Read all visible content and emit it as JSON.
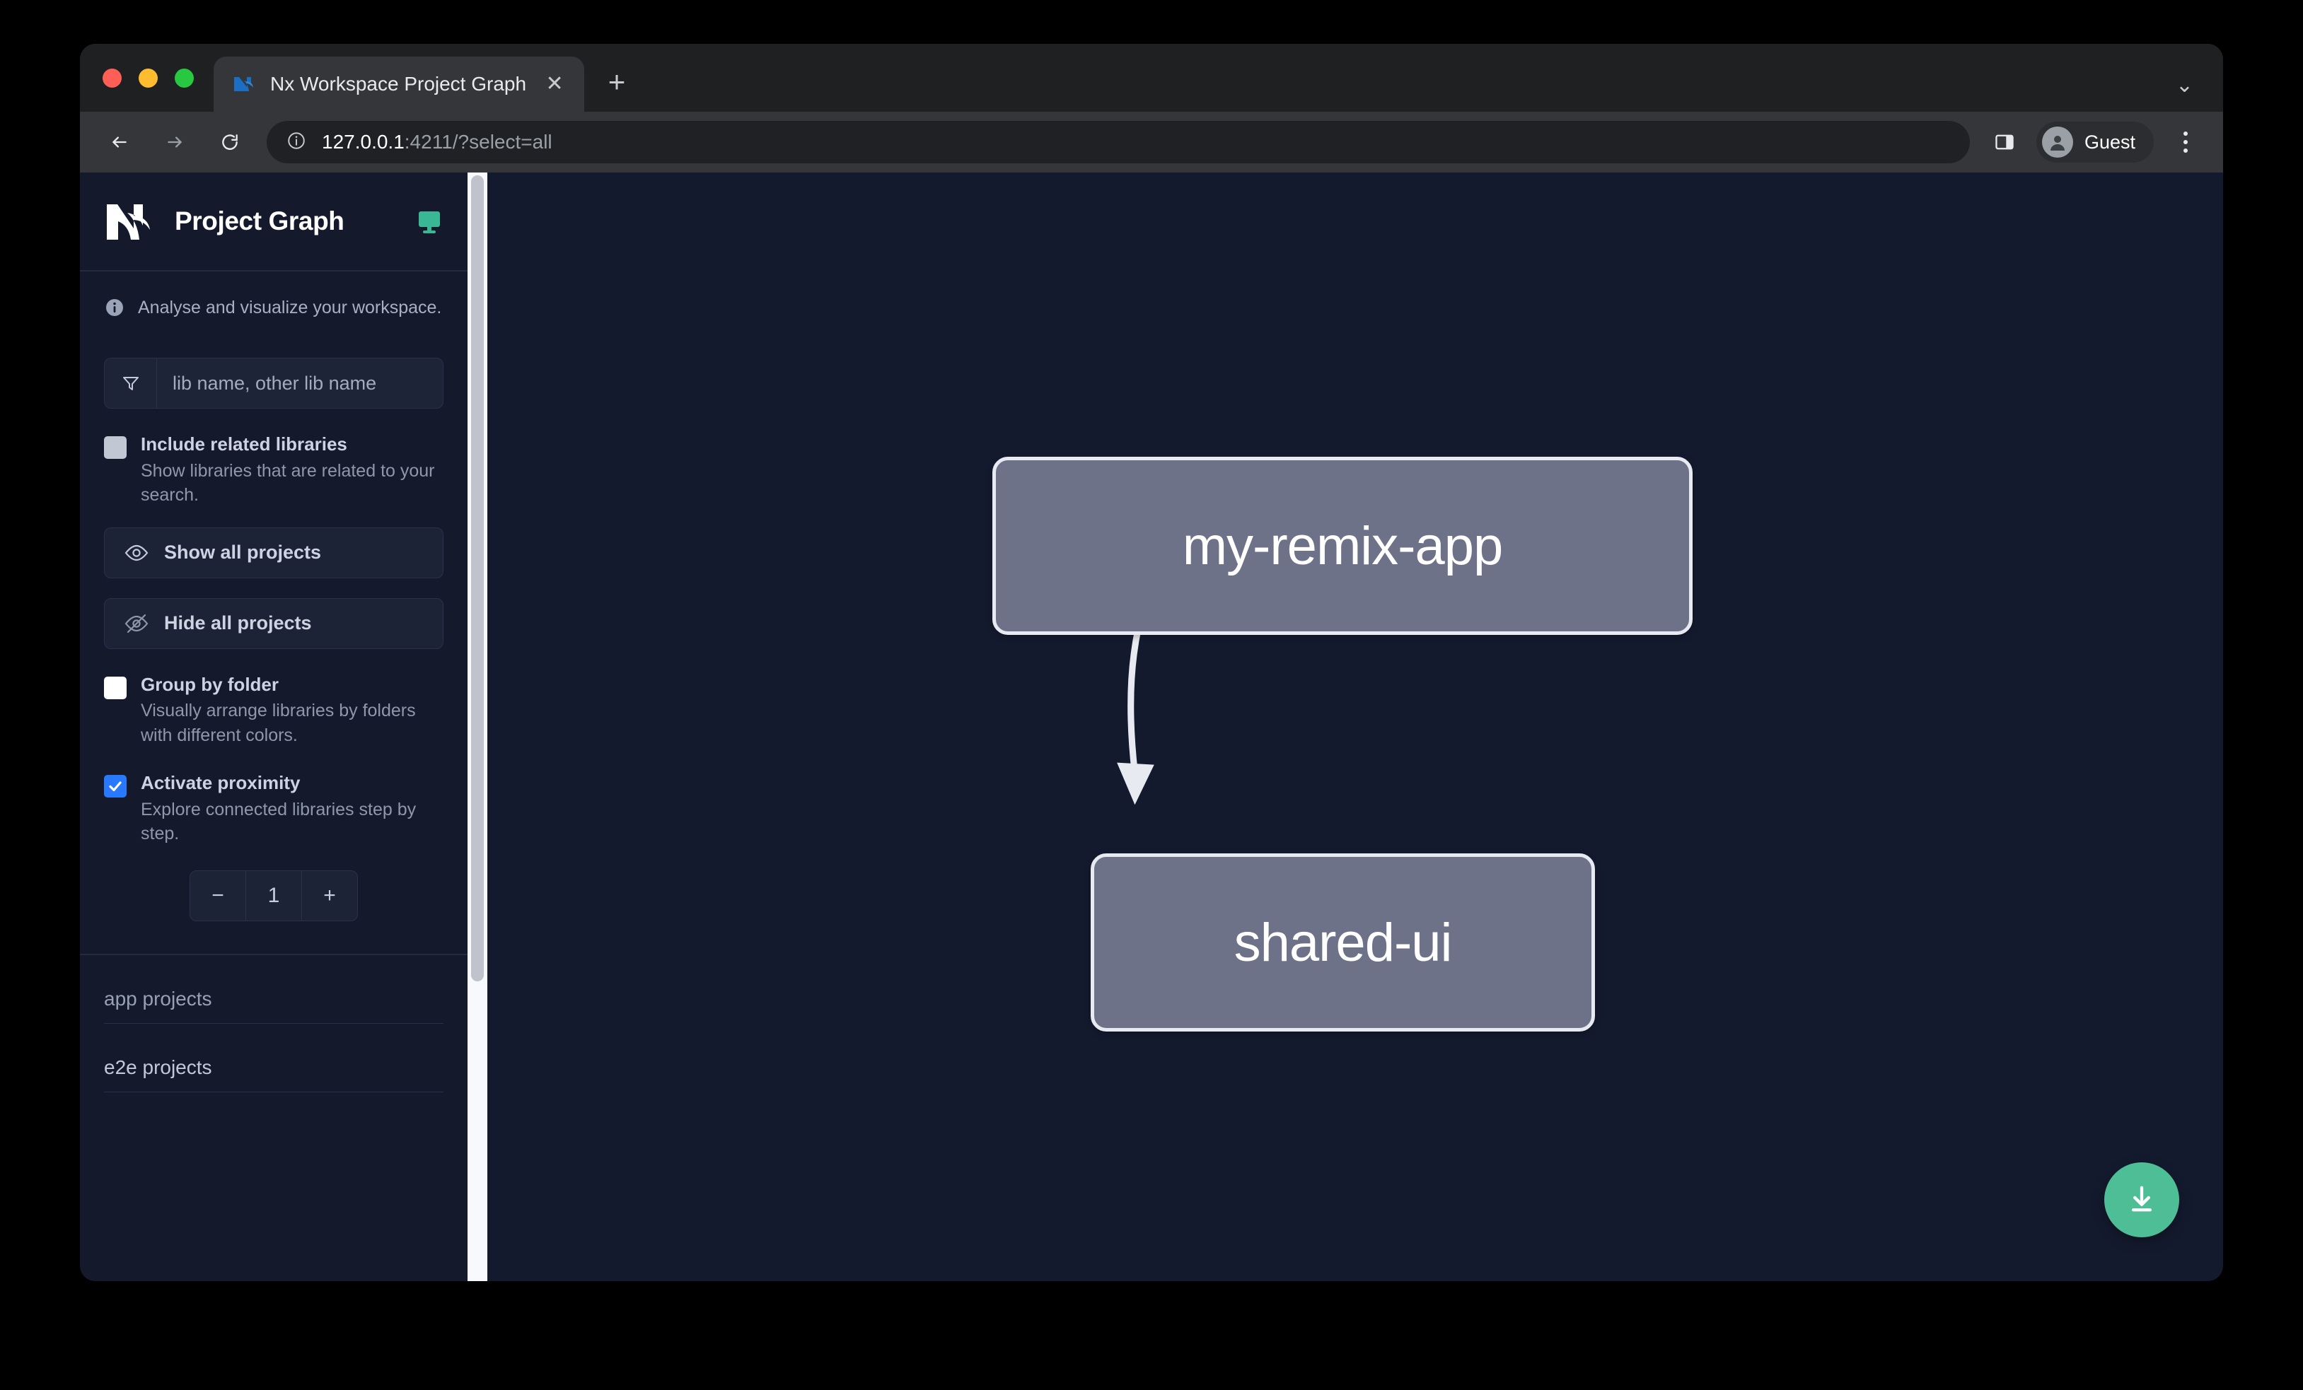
{
  "browser": {
    "window_controls": [
      "close",
      "minimize",
      "maximize"
    ],
    "tab": {
      "title": "Nx Workspace Project Graph",
      "favicon": "nx-favicon",
      "close_label": "✕"
    },
    "new_tab_label": "+",
    "tab_list_chevron": "⌄",
    "toolbar": {
      "back_label": "←",
      "forward_label": "→",
      "reload_label": "↻",
      "url_host": "127.0.0.1",
      "url_rest": ":4211/?select=all",
      "side_panel_icon": "side-panel-icon",
      "profile_label": "Guest",
      "menu_icon": "kebab-menu-icon"
    }
  },
  "sidebar": {
    "logo": "nx-logo",
    "title": "Project Graph",
    "monitor_icon": "monitor-icon",
    "subtitle": "Analyse and visualize your workspace.",
    "filter": {
      "icon": "filter-funnel-icon",
      "placeholder": "lib name, other lib name",
      "value": ""
    },
    "options": [
      {
        "label": "Include related libraries",
        "description": "Show libraries that are related to your search.",
        "checked": false,
        "style": "grey"
      },
      {
        "label": "Group by folder",
        "description": "Visually arrange libraries by folders with different colors.",
        "checked": false,
        "style": "white"
      },
      {
        "label": "Activate proximity",
        "description": "Explore connected libraries step by step.",
        "checked": true,
        "style": "blue"
      }
    ],
    "buttons": [
      {
        "label": "Show all projects",
        "icon": "eye-icon"
      },
      {
        "label": "Hide all projects",
        "icon": "eye-off-icon"
      }
    ],
    "stepper": {
      "decrement_label": "−",
      "value": "1",
      "increment_label": "+"
    },
    "project_sections": [
      {
        "label": "app projects"
      },
      {
        "label": "e2e projects"
      }
    ]
  },
  "graph": {
    "nodes": [
      {
        "id": "my-remix-app",
        "label": "my-remix-app"
      },
      {
        "id": "shared-ui",
        "label": "shared-ui"
      }
    ],
    "edges": [
      {
        "from": "my-remix-app",
        "to": "shared-ui"
      }
    ],
    "download_button": {
      "icon": "download-icon",
      "color": "#4ebe96"
    }
  },
  "colors": {
    "canvas_bg": "#141a2e",
    "sidebar_bg": "#15192c",
    "node_fill": "#6e7289",
    "node_border": "#e8eaf2",
    "accent_green": "#4ebe96",
    "checkbox_blue": "#2979ff"
  }
}
